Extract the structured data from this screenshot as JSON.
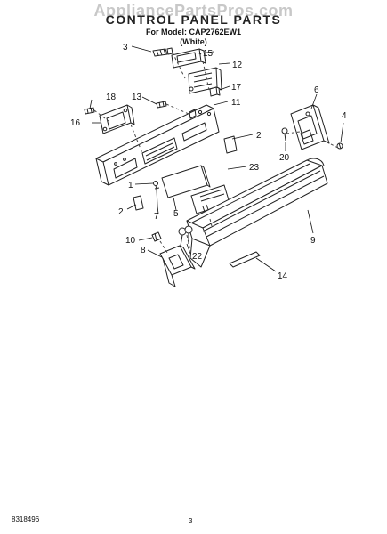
{
  "header": {
    "watermark": "AppliancePartsPros.com",
    "title": "CONTROL PANEL PARTS",
    "model_line": "For Model: CAP2762EW1",
    "color_line": "(White)"
  },
  "callouts": [
    "1",
    "2",
    "2",
    "3",
    "4",
    "5",
    "6",
    "7",
    "8",
    "9",
    "10",
    "11",
    "12",
    "13",
    "14",
    "15",
    "16",
    "17",
    "18",
    "20",
    "22",
    "23"
  ],
  "footer": {
    "doc_number": "8318496",
    "page_number": "3"
  }
}
